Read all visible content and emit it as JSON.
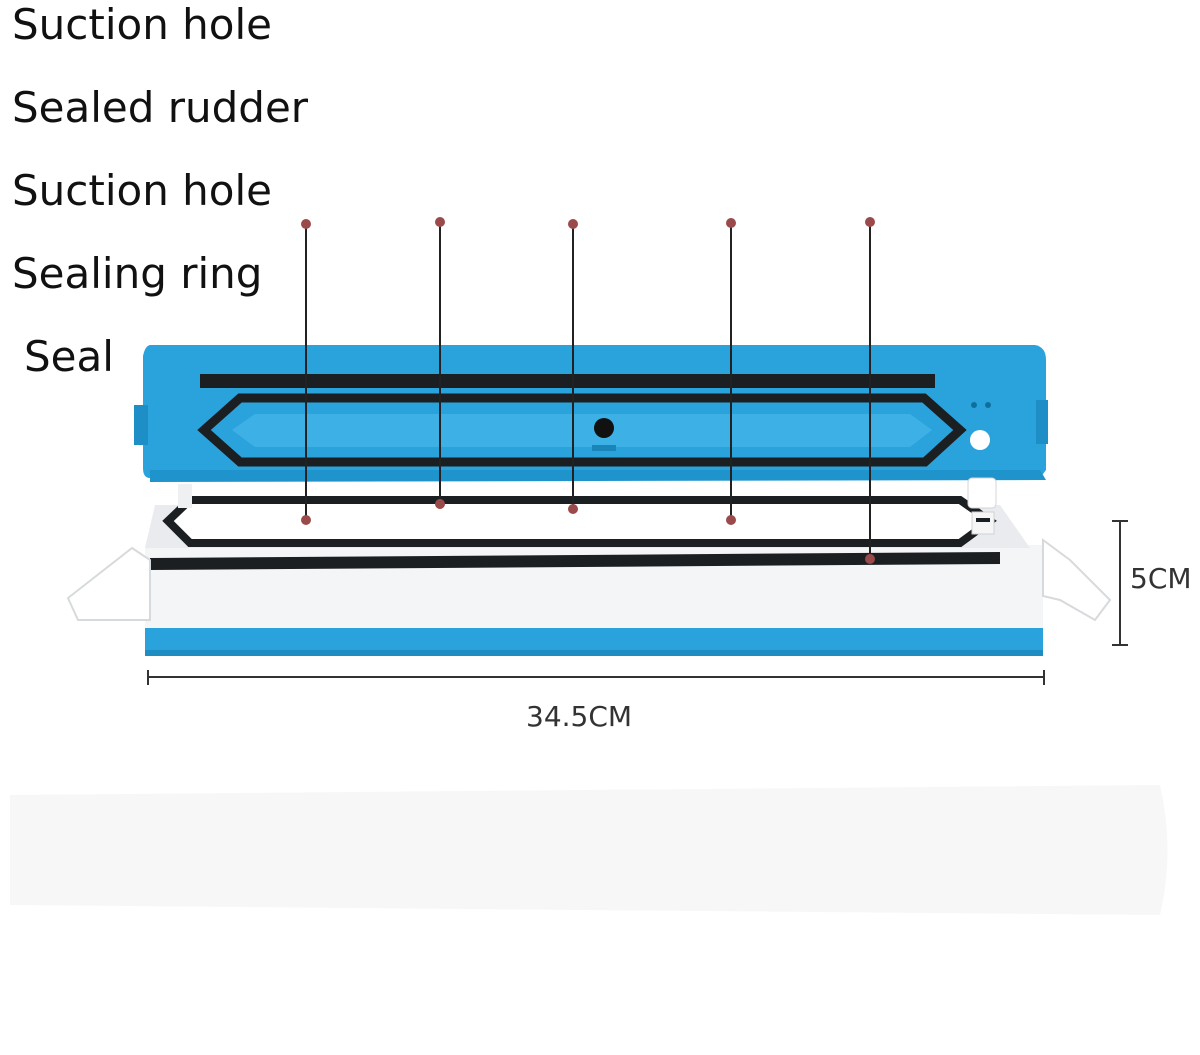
{
  "labels": [
    "Suction hole",
    "Sealed rudder",
    "Suction hole",
    "Sealing ring",
    "Seal"
  ],
  "dimensions": {
    "width": "34.5CM",
    "height": "5CM"
  },
  "colors": {
    "lid_blue": "#2aa3dd",
    "body_white": "#f4f5f7",
    "gasket": "#1b1f22",
    "leader_dot": "#9a4a4a"
  }
}
